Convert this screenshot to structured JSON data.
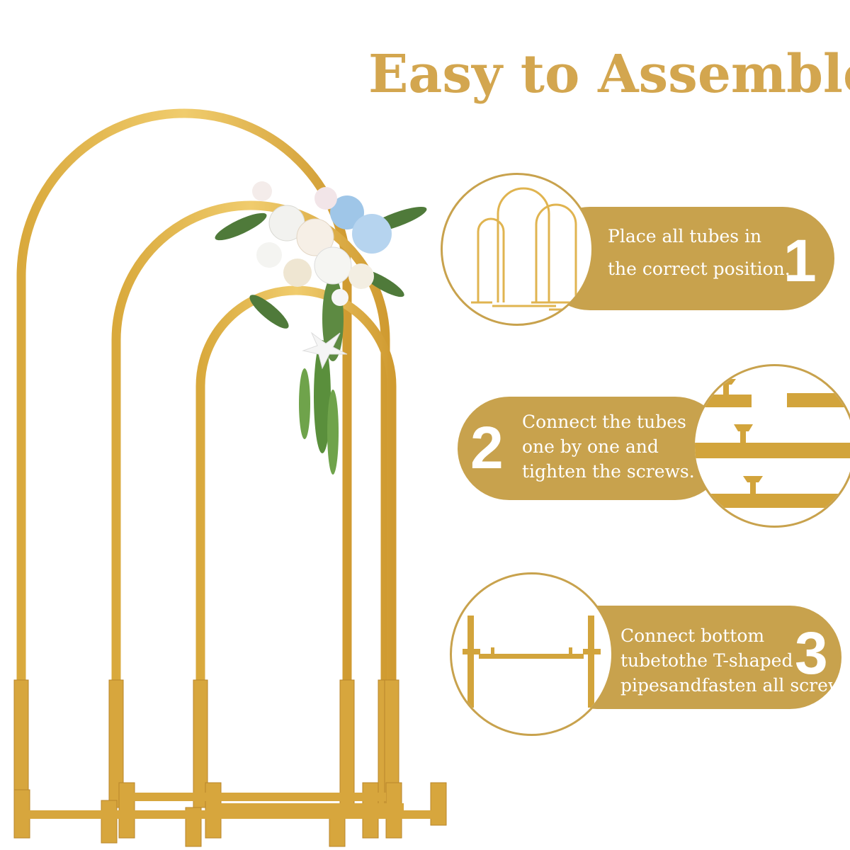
{
  "title": "Easy to Assemble",
  "colors": {
    "gold": "#c8a24d",
    "gold_light": "#e8c36a",
    "title_gold": "#d3a64f"
  },
  "steps": [
    {
      "number": "1",
      "lines": [
        "Place all tubes in",
        "the correct position."
      ],
      "icon": "arch-frames-icon"
    },
    {
      "number": "2",
      "lines": [
        "Connect the tubes",
        "one by one and",
        "tighten the screws."
      ],
      "icon": "tube-screw-icon"
    },
    {
      "number": "3",
      "lines": [
        "Connect bottom",
        "tubetothe T-shaped",
        "pipesandfasten all screws"
      ],
      "icon": "t-base-icon"
    }
  ],
  "product_image": "gold-arch-stands-with-flowers"
}
